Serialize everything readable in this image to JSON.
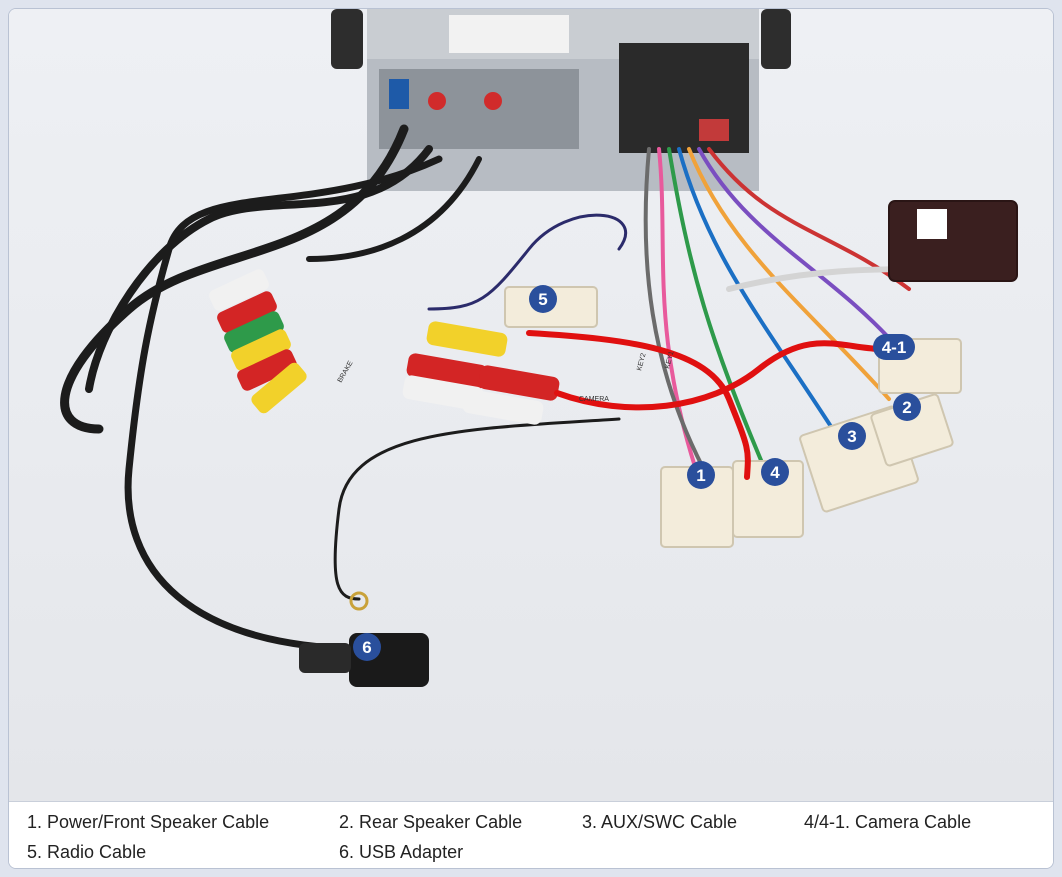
{
  "callouts": {
    "c1": "1",
    "c2": "2",
    "c3": "3",
    "c4": "4",
    "c41": "4-1",
    "c5": "5",
    "c6": "6"
  },
  "photo_labels": {
    "camera": "CAMERA",
    "key1": "KEY1",
    "key2": "KEY2",
    "brake": "BRAKE"
  },
  "legend": {
    "items": [
      "1. Power/Front Speaker Cable",
      "2. Rear Speaker Cable",
      "3. AUX/SWC Cable",
      "4/4-1. Camera Cable",
      "5. Radio Cable",
      "6. USB Adapter"
    ]
  },
  "colors": {
    "badge": "#2a4f9c",
    "highlight": "#e01010",
    "frame_border": "#b9c2d3"
  }
}
